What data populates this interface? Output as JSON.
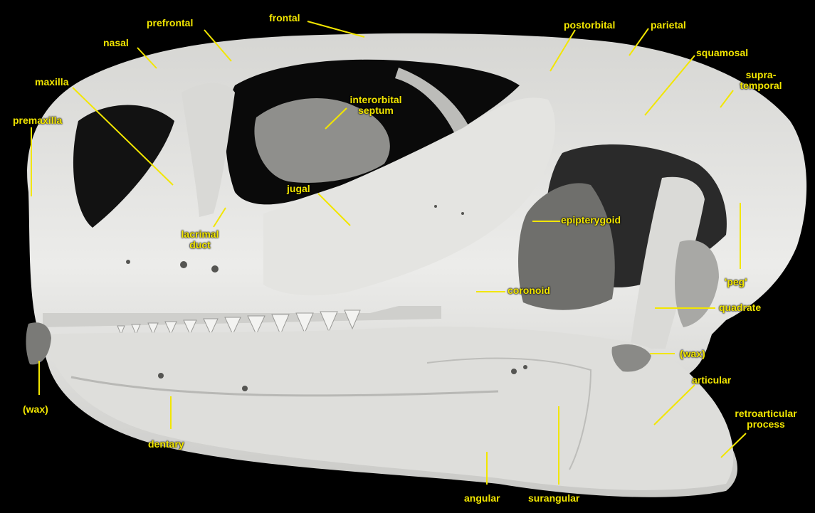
{
  "figure": {
    "background_color": "#000000",
    "bone_color": "#e9e9e6",
    "label_color": "#f2e600"
  },
  "labels": {
    "frontal": "frontal",
    "prefrontal": "prefrontal",
    "nasal": "nasal",
    "maxilla": "maxilla",
    "premaxilla": "premaxilla",
    "postorbital": "postorbital",
    "parietal": "parietal",
    "squamosal": "squamosal",
    "supratemporal_line1": "supra-",
    "supratemporal_line2": "temporal",
    "interorbital_line1": "interorbital",
    "interorbital_line2": "septum",
    "jugal": "jugal",
    "lacrimal_line1": "lacrimal",
    "lacrimal_line2": "duct",
    "epipterygoid": "epipterygoid",
    "coronoid": "coronoid",
    "peg": "'peg'",
    "quadrate": "quadrate",
    "wax_right": "(wax)",
    "wax_left": "(wax)",
    "articular": "articular",
    "retroarticular_line1": "retroarticular",
    "retroarticular_line2": "process",
    "dentary": "dentary",
    "angular": "angular",
    "surangular": "surangular"
  }
}
